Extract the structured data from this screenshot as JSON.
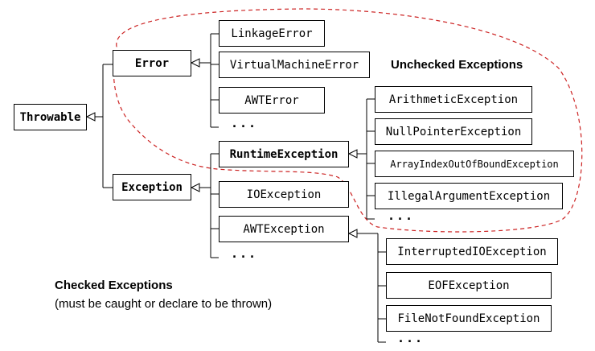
{
  "nodes": {
    "throwable": "Throwable",
    "error": "Error",
    "exception": "Exception",
    "linkage_error": "LinkageError",
    "virtual_machine_error": "VirtualMachineError",
    "awt_error": "AWTError",
    "runtime_exception": "RuntimeException",
    "io_exception": "IOException",
    "awt_exception": "AWTException",
    "arithmetic_exception": "ArithmeticException",
    "null_pointer_exception": "NullPointerException",
    "array_index_exception": "ArrayIndexOutOfBoundException",
    "illegal_argument_exception": "IllegalArgumentException",
    "interrupted_io_exception": "InterruptedIOException",
    "eof_exception": "EOFException",
    "file_not_found_exception": "FileNotFoundException"
  },
  "ellipsis": "...",
  "labels": {
    "unchecked": "Unchecked Exceptions",
    "checked": "Checked Exceptions",
    "checked_note": "(must be caught or declare to be thrown)"
  },
  "colors": {
    "boundary": "#cc2222",
    "line": "#000000"
  }
}
